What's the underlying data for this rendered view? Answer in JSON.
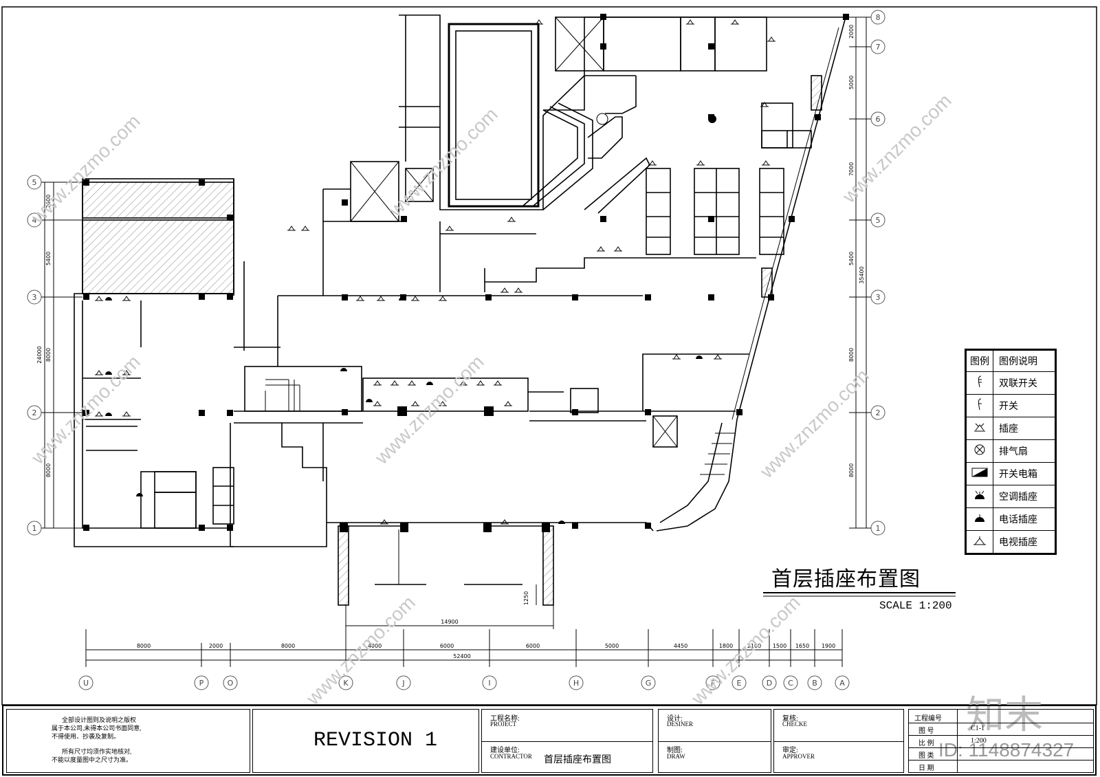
{
  "drawing": {
    "title": "首层插座布置图",
    "scale": "SCALE 1:200",
    "row_dims_left": [
      "2600",
      "5400",
      "8000",
      "8000"
    ],
    "row_dims_left_total": "24000",
    "row_dims_right": [
      "2000",
      "5000",
      "7000",
      "5400",
      "8000",
      "8000"
    ],
    "row_dims_right_total": "35400",
    "rows_left": [
      "5",
      "4",
      "3",
      "2",
      "1"
    ],
    "rows_right": [
      "8",
      "7",
      "6",
      "5",
      "3",
      "2",
      "1"
    ],
    "col_dims": [
      "8000",
      "2000",
      "8000",
      "4000",
      "6000",
      "6000",
      "5000",
      "4450",
      "1800",
      "2100",
      "1500",
      "1650",
      "1900"
    ],
    "col_total": "52400",
    "cols": [
      "U",
      "P",
      "O",
      "K",
      "J",
      "I",
      "H",
      "G",
      "F",
      "E",
      "D",
      "C",
      "B",
      "A"
    ],
    "entrance_width": "14900",
    "entrance_depth": "1250"
  },
  "legend": {
    "header_symbol": "图例",
    "header_desc": "图例说明",
    "items": [
      {
        "icon": "double-switch-icon",
        "label": "双联开关"
      },
      {
        "icon": "switch-icon",
        "label": "开关"
      },
      {
        "icon": "socket-icon",
        "label": "插座"
      },
      {
        "icon": "exhaust-fan-icon",
        "label": "排气扇"
      },
      {
        "icon": "switch-box-icon",
        "label": "开关电箱"
      },
      {
        "icon": "ac-socket-icon",
        "label": "空调插座"
      },
      {
        "icon": "phone-socket-icon",
        "label": "电话插座"
      },
      {
        "icon": "tv-socket-icon",
        "label": "电视插座"
      }
    ]
  },
  "title_block": {
    "copyright": [
      "全部设计图则及说明之版权",
      "属于本公司,未得本公司书面同意,",
      "不得使用、抄袭及复制。",
      "所有尺寸均须作实地核对,",
      "不能以度量图中之尺寸为准。"
    ],
    "revision": "REVISION 1",
    "project_label": "工程名称:",
    "project_label_en": "PROJECT",
    "contractor_label": "建设单位:",
    "contractor_label_en": "CONTRACTOR",
    "drawing_name": "首层插座布置图",
    "design_label": "设计:",
    "design_label_en": "DESINER",
    "draw_label": "制图:",
    "draw_label_en": "DRAW",
    "check_label": "复核:",
    "check_label_en": "CHECKE",
    "approve_label": "审定:",
    "approve_label_en": "APPROVER",
    "project_no_label": "工程编号",
    "drawing_no_label": "图 号",
    "drawing_no": "C1-1",
    "ratio_label": "比 例",
    "ratio": "1:200",
    "type_label": "图 类",
    "date_label": "日 期"
  },
  "watermark": {
    "text": "www.znzmo.com",
    "brand": "知末",
    "id": "ID: 1148874327"
  }
}
